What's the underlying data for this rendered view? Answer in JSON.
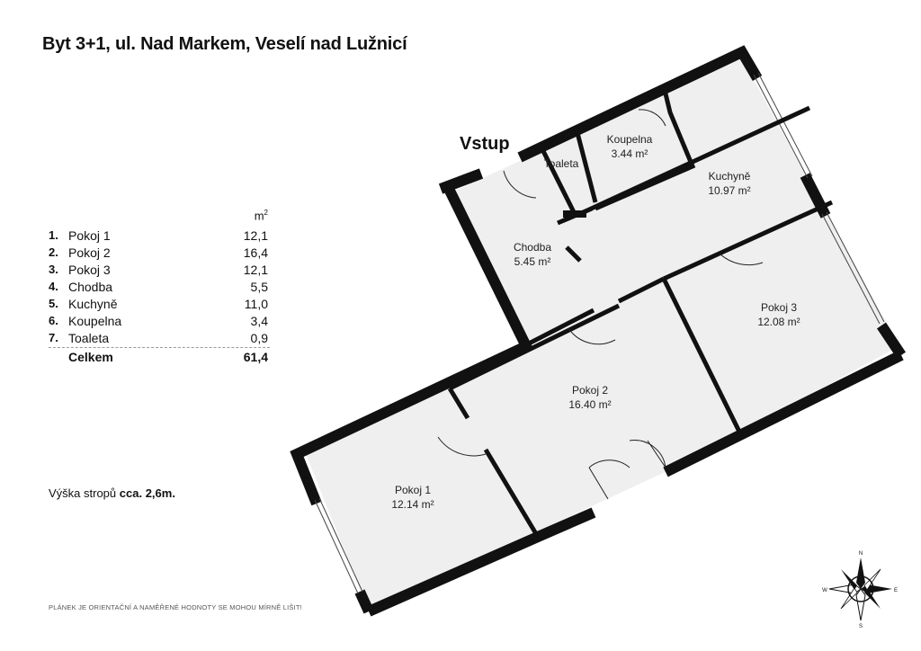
{
  "title": "Byt 3+1, ul. Nad Markem, Veselí nad Lužnicí",
  "area_table": {
    "unit_label": "m",
    "unit_sup": "2",
    "rows": [
      {
        "num": "1.",
        "name": "Pokoj 1",
        "value": "12,1"
      },
      {
        "num": "2.",
        "name": "Pokoj 2",
        "value": "16,4"
      },
      {
        "num": "3.",
        "name": "Pokoj 3",
        "value": "12,1"
      },
      {
        "num": "4.",
        "name": "Chodba",
        "value": "5,5"
      },
      {
        "num": "5.",
        "name": "Kuchyně",
        "value": "11,0"
      },
      {
        "num": "6.",
        "name": "Koupelna",
        "value": "3,4"
      },
      {
        "num": "7.",
        "name": "Toaleta",
        "value": "0,9"
      }
    ],
    "total": {
      "name": "Celkem",
      "value": "61,4"
    }
  },
  "ceiling": {
    "label": "Výška stropů",
    "value": "cca. 2,6m."
  },
  "disclaimer": "PLÁNEK JE ORIENTAČNÍ A NAMĚŘENÉ HODNOTY SE MOHOU MÍRNĚ LIŠIT!",
  "floorplan": {
    "entry_label": "Vstup",
    "rooms": {
      "koupelna": {
        "name": "Koupelna",
        "area": "3.44 m²"
      },
      "toaleta": {
        "name": "Toaleta"
      },
      "kuchyne": {
        "name": "Kuchyně",
        "area": "10.97 m²"
      },
      "chodba": {
        "name": "Chodba",
        "area": "5.45 m²"
      },
      "pokoj3": {
        "name": "Pokoj 3",
        "area": "12.08 m²"
      },
      "pokoj2": {
        "name": "Pokoj 2",
        "area": "16.40 m²"
      },
      "pokoj1": {
        "name": "Pokoj 1",
        "area": "12.14 m²"
      }
    },
    "compass": {
      "n": "N",
      "s": "S",
      "e": "E",
      "w": "W",
      "icon": "compass-rose-icon"
    }
  }
}
